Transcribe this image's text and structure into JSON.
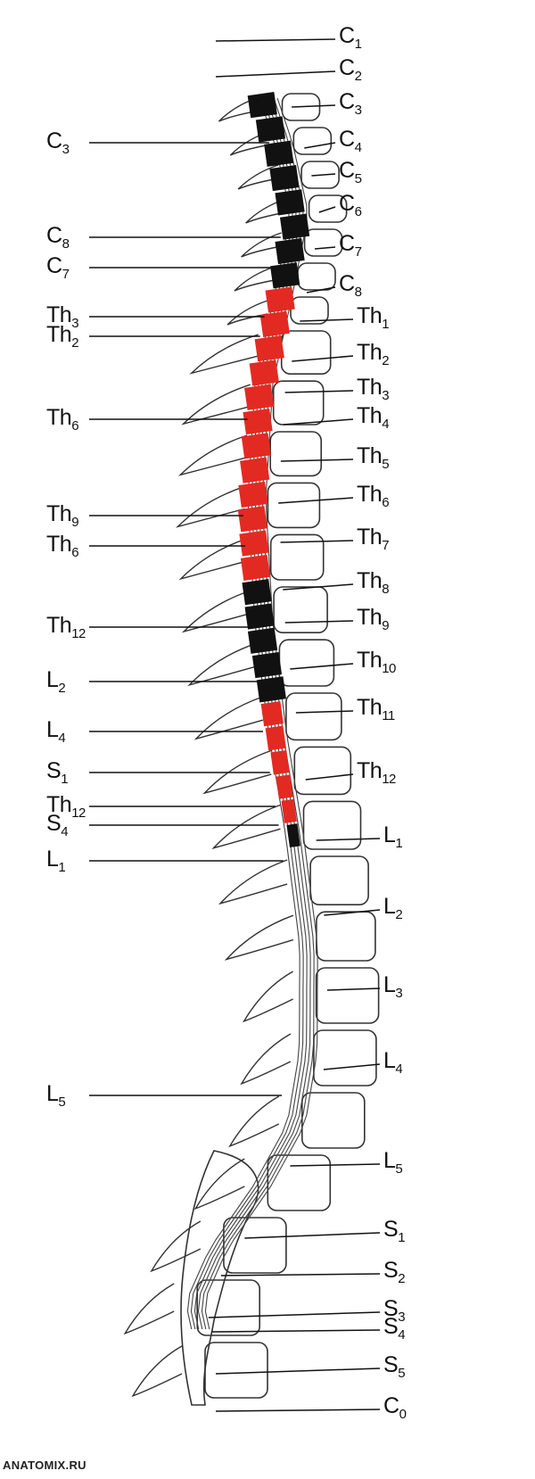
{
  "colors": {
    "segment_dark": "#111111",
    "segment_red": "#e32a22",
    "outline": "#333333",
    "cord": "#444444"
  },
  "segments": [
    "dark",
    "dark",
    "dark",
    "dark",
    "dark",
    "dark",
    "dark",
    "dark",
    "red",
    "red",
    "red",
    "red",
    "red",
    "red",
    "red",
    "red",
    "red",
    "red",
    "red",
    "red",
    "dark",
    "dark",
    "dark",
    "dark",
    "dark",
    "red",
    "red",
    "red",
    "red",
    "red",
    "dark"
  ],
  "labels_left": [
    {
      "base": "C",
      "sub": "3"
    },
    {
      "base": "C",
      "sub": "8"
    },
    {
      "base": "C",
      "sub": "7"
    },
    {
      "base": "Th",
      "sub": "3"
    },
    {
      "base": "Th",
      "sub": "2"
    },
    {
      "base": "Th",
      "sub": "6"
    },
    {
      "base": "Th",
      "sub": "9"
    },
    {
      "base": "Th",
      "sub": "6"
    },
    {
      "base": "Th",
      "sub": "12"
    },
    {
      "base": "L",
      "sub": "2"
    },
    {
      "base": "L",
      "sub": "4"
    },
    {
      "base": "S",
      "sub": "1"
    },
    {
      "base": "Th",
      "sub": "12"
    },
    {
      "base": "S",
      "sub": "4"
    },
    {
      "base": "L",
      "sub": "1"
    },
    {
      "base": "L",
      "sub": "5"
    }
  ],
  "labels_right": [
    {
      "base": "C",
      "sub": "1"
    },
    {
      "base": "C",
      "sub": "2"
    },
    {
      "base": "C",
      "sub": "3"
    },
    {
      "base": "C",
      "sub": "4"
    },
    {
      "base": "C",
      "sub": "5"
    },
    {
      "base": "C",
      "sub": "6"
    },
    {
      "base": "C",
      "sub": "7"
    },
    {
      "base": "C",
      "sub": "8"
    },
    {
      "base": "Th",
      "sub": "1"
    },
    {
      "base": "Th",
      "sub": "2"
    },
    {
      "base": "Th",
      "sub": "3"
    },
    {
      "base": "Th",
      "sub": "4"
    },
    {
      "base": "Th",
      "sub": "5"
    },
    {
      "base": "Th",
      "sub": "6"
    },
    {
      "base": "Th",
      "sub": "7"
    },
    {
      "base": "Th",
      "sub": "8"
    },
    {
      "base": "Th",
      "sub": "9"
    },
    {
      "base": "Th",
      "sub": "10"
    },
    {
      "base": "Th",
      "sub": "11"
    },
    {
      "base": "Th",
      "sub": "12"
    },
    {
      "base": "L",
      "sub": "1"
    },
    {
      "base": "L",
      "sub": "2"
    },
    {
      "base": "L",
      "sub": "3"
    },
    {
      "base": "L",
      "sub": "4"
    },
    {
      "base": "L",
      "sub": "5"
    },
    {
      "base": "S",
      "sub": "1"
    },
    {
      "base": "S",
      "sub": "2"
    },
    {
      "base": "S",
      "sub": "3"
    },
    {
      "base": "S",
      "sub": "4"
    },
    {
      "base": "S",
      "sub": "5"
    },
    {
      "base": "C",
      "sub": "0"
    }
  ],
  "watermark": "ANATOMIX.RU"
}
